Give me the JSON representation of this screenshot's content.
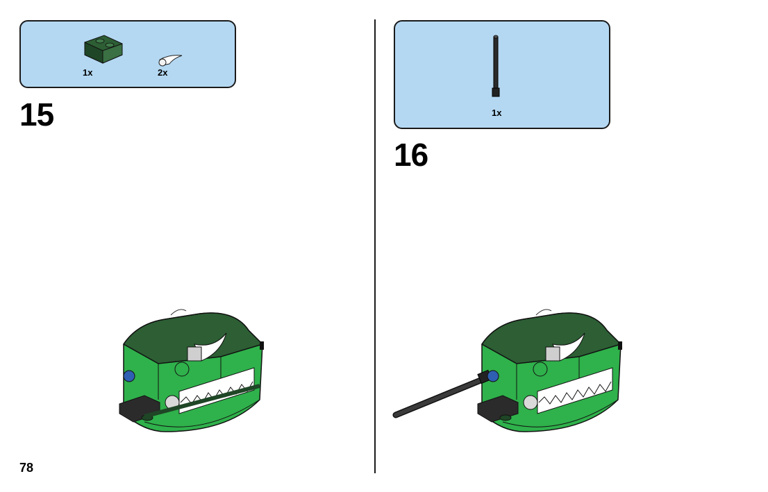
{
  "page": {
    "number": "78"
  },
  "steps": [
    {
      "number": "15",
      "parts": [
        {
          "qty": "1x",
          "icon": "dark-green-wedge-plate-icon"
        },
        {
          "qty": "2x",
          "icon": "white-tooth-piece-icon"
        }
      ]
    },
    {
      "number": "16",
      "parts": [
        {
          "qty": "1x",
          "icon": "black-bar-icon"
        }
      ]
    }
  ],
  "colors": {
    "parts_box_bg": "#b4d8f2",
    "dark_green": "#2d5e34",
    "bright_green": "#2fb14b",
    "black": "#1a1a1a"
  }
}
